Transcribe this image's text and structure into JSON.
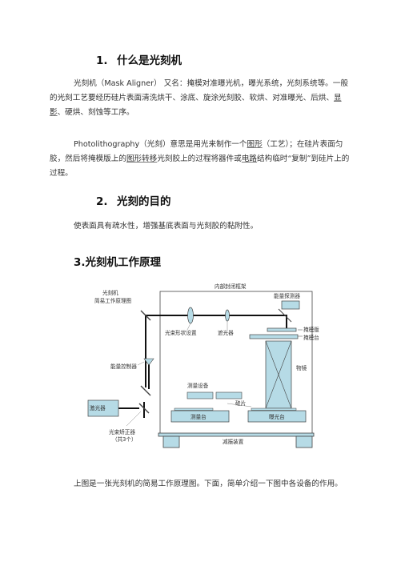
{
  "section1": {
    "number": "1.",
    "title": "什么是光刻机"
  },
  "para1": {
    "a": "光刻机（",
    "b": "Mask Aligner",
    "c": "） 又名：掩模对准曝光机，曝光系统，光刻系统等。一般的光刻工艺要经历硅片表面清洗烘干、涂底、旋涂光刻胶、软烘、对准曝光、后烘、",
    "d": "显影",
    "e": "、硬烘、刻蚀等工序。"
  },
  "para2": {
    "a": "Photolithography",
    "b": "（光刻）意思是用光来制作一个",
    "c": "图形",
    "d": "（工艺）；在硅片表面匀胶，然后将掩模版上的",
    "e": "图形转移",
    "f": "光刻胶上的过程将器件或",
    "g": "电路",
    "h": "结构临时“复制”到硅片上的过程。"
  },
  "section2": {
    "number": "2.",
    "title": "光刻的目的"
  },
  "para3": "使表面具有疏水性，增强基底表面与光刻胶的黏附性。",
  "section3": {
    "title": "3.光刻机工作原理"
  },
  "diagram": {
    "colors": {
      "fill": "#b6dbe6",
      "stroke": "#444444",
      "beam": "#111111"
    },
    "labels": {
      "title1": "光刻机",
      "title2": "简易工作原理图",
      "enclosure": "内部封闭框架",
      "energy_detector": "能量探测器",
      "beam_shaping": "光束形状设置",
      "shutter": "遮光器",
      "mask": "掩模版",
      "mask_stage": "掩模台",
      "energy_controller": "能量控制器",
      "objective": "物镜",
      "measuring_device": "测量设备",
      "wafer": "硅片",
      "laser": "激光器",
      "measure_stage": "测量台",
      "exposure_stage": "曝光台",
      "beam_corrector1": "光束矫正器",
      "beam_corrector2": "（共3个）",
      "damping": "减振装置"
    }
  },
  "para4": "上图是一张光刻机的简易工作原理图。下面，简单介绍一下图中各设备的作用。"
}
